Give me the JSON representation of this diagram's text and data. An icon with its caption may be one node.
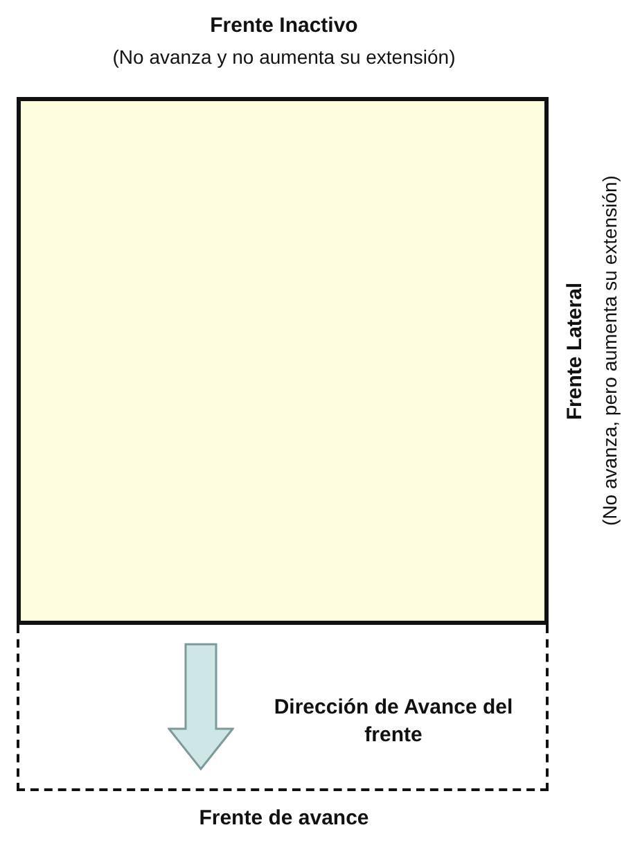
{
  "diagram": {
    "nodes": [
      {
        "text": [],
        "shape": "box"
      },
      {
        "text": [
          "Dirección de Avance del frente"
        ]
      }
    ],
    "labels": [
      "Frente Inactivo",
      "(No avanza y no aumenta su extensión)",
      "Frente Lateral",
      "(No avanza, pero aumenta su extensión)",
      "Frente de avance"
    ]
  }
}
